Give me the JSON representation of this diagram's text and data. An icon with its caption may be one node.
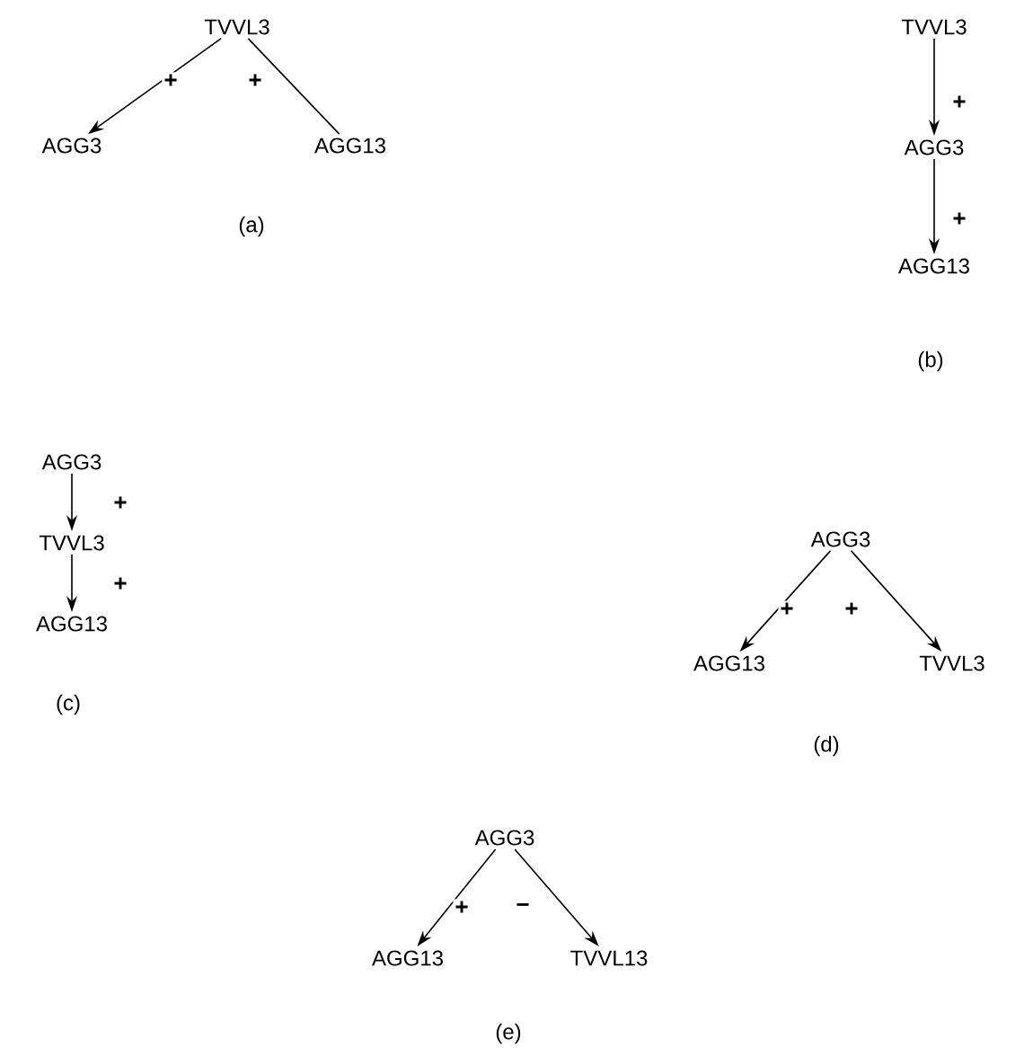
{
  "diagram": {
    "nodes": [
      {
        "text": [
          "TVVL3"
        ]
      },
      {
        "text": [
          "AGG3"
        ]
      },
      {
        "text": [
          "AGG13"
        ]
      },
      {
        "text": [
          "TVVL3"
        ]
      },
      {
        "text": [
          "AGG3"
        ]
      },
      {
        "text": [
          "AGG13"
        ]
      },
      {
        "text": [
          "AGG3"
        ]
      },
      {
        "text": [
          "TVVL3"
        ]
      },
      {
        "text": [
          "AGG13"
        ]
      },
      {
        "text": [
          "AGG3"
        ]
      },
      {
        "text": [
          "AGG13"
        ]
      },
      {
        "text": [
          "TVVL3"
        ]
      },
      {
        "text": [
          "AGG3"
        ]
      },
      {
        "text": [
          "AGG13"
        ]
      },
      {
        "text": [
          "TVVL13"
        ]
      }
    ],
    "edges": [
      {
        "from": 0,
        "to": 1,
        "arrow": "to",
        "label": "+"
      },
      {
        "from": 0,
        "to": 2,
        "arrow": "none",
        "label": "+"
      },
      {
        "from": 3,
        "to": 4,
        "arrow": "to",
        "label": "+"
      },
      {
        "from": 4,
        "to": 5,
        "arrow": "to",
        "label": "+"
      },
      {
        "from": 6,
        "to": 7,
        "arrow": "to",
        "label": "+"
      },
      {
        "from": 7,
        "to": 8,
        "arrow": "to",
        "label": "+"
      },
      {
        "from": 9,
        "to": 10,
        "arrow": "to",
        "label": "+"
      },
      {
        "from": 9,
        "to": 11,
        "arrow": "to",
        "label": "+"
      },
      {
        "from": 12,
        "to": 13,
        "arrow": "to",
        "label": "+"
      },
      {
        "from": 12,
        "to": 14,
        "arrow": "to",
        "label": "−"
      }
    ],
    "labels": [
      "(a)",
      "(b)",
      "(c)",
      "(d)",
      "(e)"
    ]
  }
}
